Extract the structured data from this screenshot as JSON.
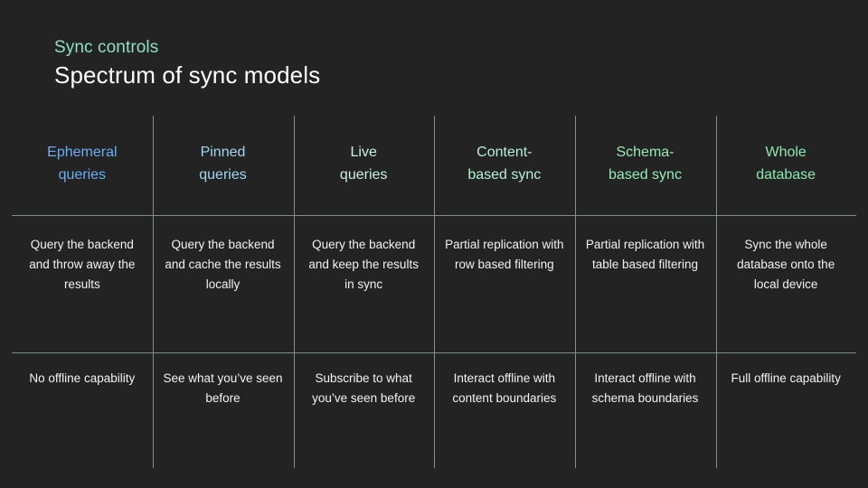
{
  "header": {
    "eyebrow": "Sync controls",
    "title": "Spectrum of sync models"
  },
  "palette": {
    "background": "#232323",
    "rule": "#7d9189",
    "eyebrow": "#8fe0bc",
    "title": "#ffffff",
    "body_text": "#f2f2f2"
  },
  "table": {
    "columns": [
      {
        "header": "Ephemeral\nqueries",
        "header_line1": "Ephemeral",
        "header_line2": "queries",
        "header_color": "#6aaef5",
        "description": "Query the backend and throw away the results",
        "offline": "No offline capability"
      },
      {
        "header": "Pinned\nqueries",
        "header_line1": "Pinned",
        "header_line2": "queries",
        "header_color": "#9fd8ee",
        "description": "Query the backend and cache the results locally",
        "offline": "See what you’ve seen before"
      },
      {
        "header": "Live\nqueries",
        "header_line1": "Live",
        "header_line2": "queries",
        "header_color": "#c7f0e8",
        "description": "Query the backend and keep the results in sync",
        "offline": "Subscribe to what you’ve seen before"
      },
      {
        "header": "Content-\nbased sync",
        "header_line1": "Content-",
        "header_line2": "based sync",
        "header_color": "#b6f0d6",
        "description": "Partial replication with row based filtering",
        "offline": "Interact offline with content boundaries"
      },
      {
        "header": "Schema-\nbased sync",
        "header_line1": "Schema-",
        "header_line2": "based sync",
        "header_color": "#93ebba",
        "description": "Partial replication with table based filtering",
        "offline": "Interact offline with schema boundaries"
      },
      {
        "header": "Whole\ndatabase",
        "header_line1": "Whole",
        "header_line2": "database",
        "header_color": "#88e9b0",
        "description": "Sync the whole database onto the local device",
        "offline": "Full offline capability"
      }
    ]
  }
}
